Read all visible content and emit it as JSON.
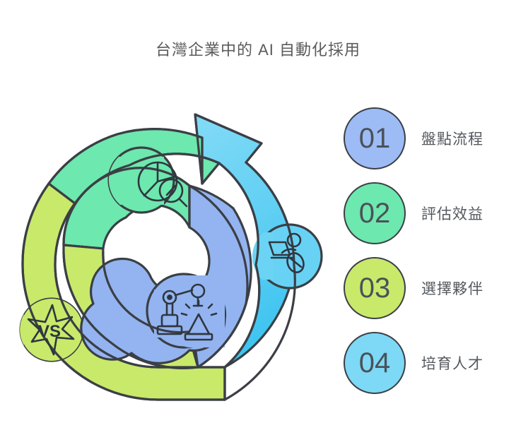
{
  "page": {
    "title": "台灣企業中的 AI 自動化採用",
    "background_color": "#ffffff",
    "title_color": "#5b5b5b"
  },
  "colors": {
    "periwinkle_blue": "#93b4f0",
    "mint_green": "#6de8ae",
    "yellow_green": "#c9e96b",
    "sky_blue_light": "#7ed9f5",
    "sky_blue_deep": "#3ec4f0",
    "outline": "#3b3f45",
    "legend_number": "#4a5159",
    "legend_label": "#55595e"
  },
  "diagram": {
    "type": "spiral-cycle",
    "direction": "counterclockwise-outward",
    "arrow_head": "top",
    "segments": [
      {
        "order": 1,
        "color": "#93b4f0",
        "icon": "robot-arm-icon",
        "ring": "inner",
        "linked_step": "01"
      },
      {
        "order": 2,
        "color": "#6de8ae",
        "icon": "pie-chart-magnifier-icon",
        "ring": "middle",
        "linked_step": "02"
      },
      {
        "order": 3,
        "color": "#c9e96b",
        "icon": "versus-star-icon",
        "ring": "outer",
        "linked_step": "03"
      },
      {
        "order": 4,
        "color": "#3ec4f0",
        "icon": "person-laptop-icon",
        "ring": "outer",
        "linked_step": "04"
      }
    ]
  },
  "legend": {
    "items": [
      {
        "number": "01",
        "label": "盤點流程",
        "color": "#9dbbf5"
      },
      {
        "number": "02",
        "label": "評估效益",
        "color": "#6de8ae"
      },
      {
        "number": "03",
        "label": "選擇夥伴",
        "color": "#c9e96b"
      },
      {
        "number": "04",
        "label": "培育人才",
        "color": "#7dd9f5"
      }
    ]
  }
}
